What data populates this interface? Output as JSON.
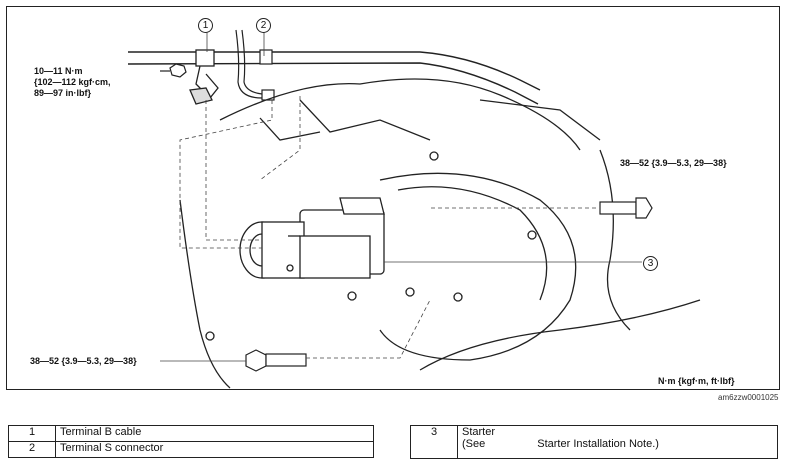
{
  "torque_labels": {
    "top_left": [
      "10—11 N·m",
      "{102—112 kgf·cm,",
      "89—97 in·lbf}"
    ],
    "upper_right": "38—52 {3.9—5.3, 29—38}",
    "lower_left": "38—52 {3.9—5.3, 29—38}"
  },
  "callouts": [
    "1",
    "2",
    "3"
  ],
  "units_note": "N·m {kgf·m, ft·lbf}",
  "figure_code": "am6zzw0001025",
  "legend": {
    "left": [
      {
        "num": "1",
        "text": "Terminal B cable"
      },
      {
        "num": "2",
        "text": "Terminal S connector"
      }
    ],
    "right": {
      "num": "3",
      "line1": "Starter",
      "line2_prefix": "(See",
      "line2_link": "Starter Installation Note.)"
    }
  }
}
